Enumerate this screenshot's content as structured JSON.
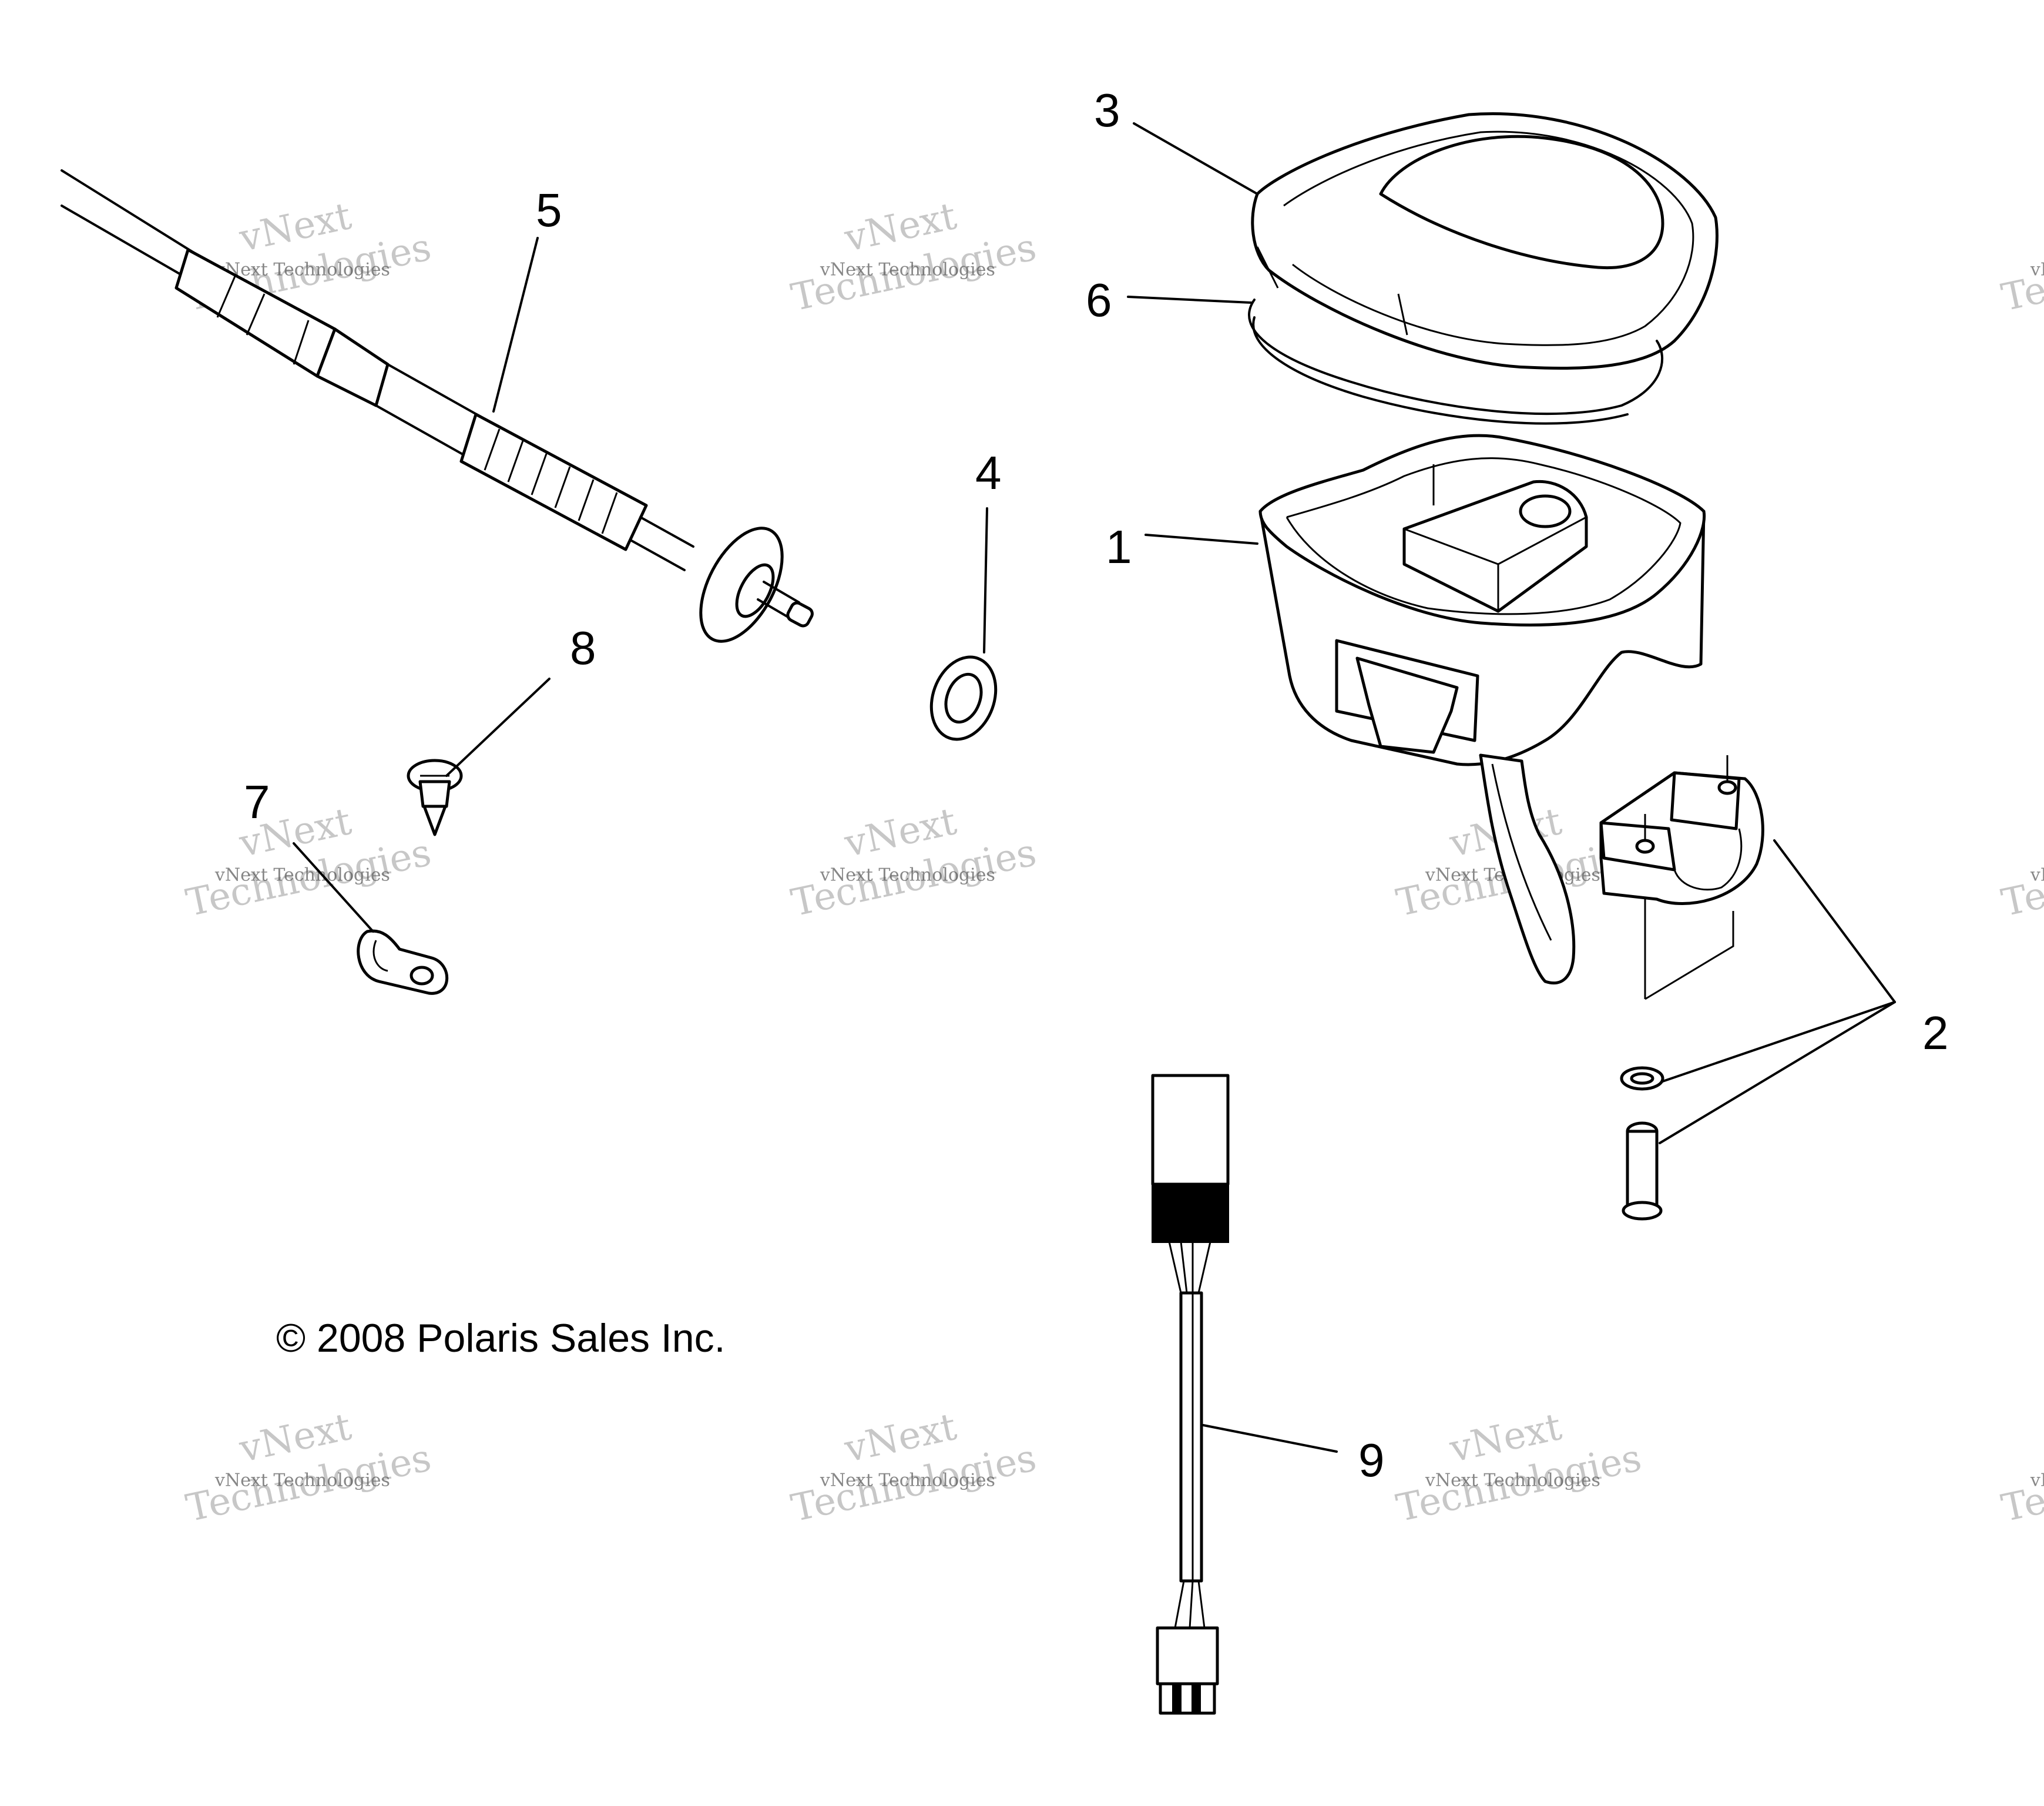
{
  "callouts": [
    {
      "id": "1",
      "label": "1"
    },
    {
      "id": "2",
      "label": "2"
    },
    {
      "id": "3",
      "label": "3"
    },
    {
      "id": "4",
      "label": "4"
    },
    {
      "id": "5",
      "label": "5"
    },
    {
      "id": "6",
      "label": "6"
    },
    {
      "id": "7",
      "label": "7"
    },
    {
      "id": "8",
      "label": "8"
    },
    {
      "id": "9",
      "label": "9"
    }
  ],
  "copyright": "© 2008 Polaris Sales Inc.",
  "watermark": {
    "line_small": "vNext Technologies",
    "line_big_1": "vNext",
    "line_big_2": "Technologies"
  }
}
